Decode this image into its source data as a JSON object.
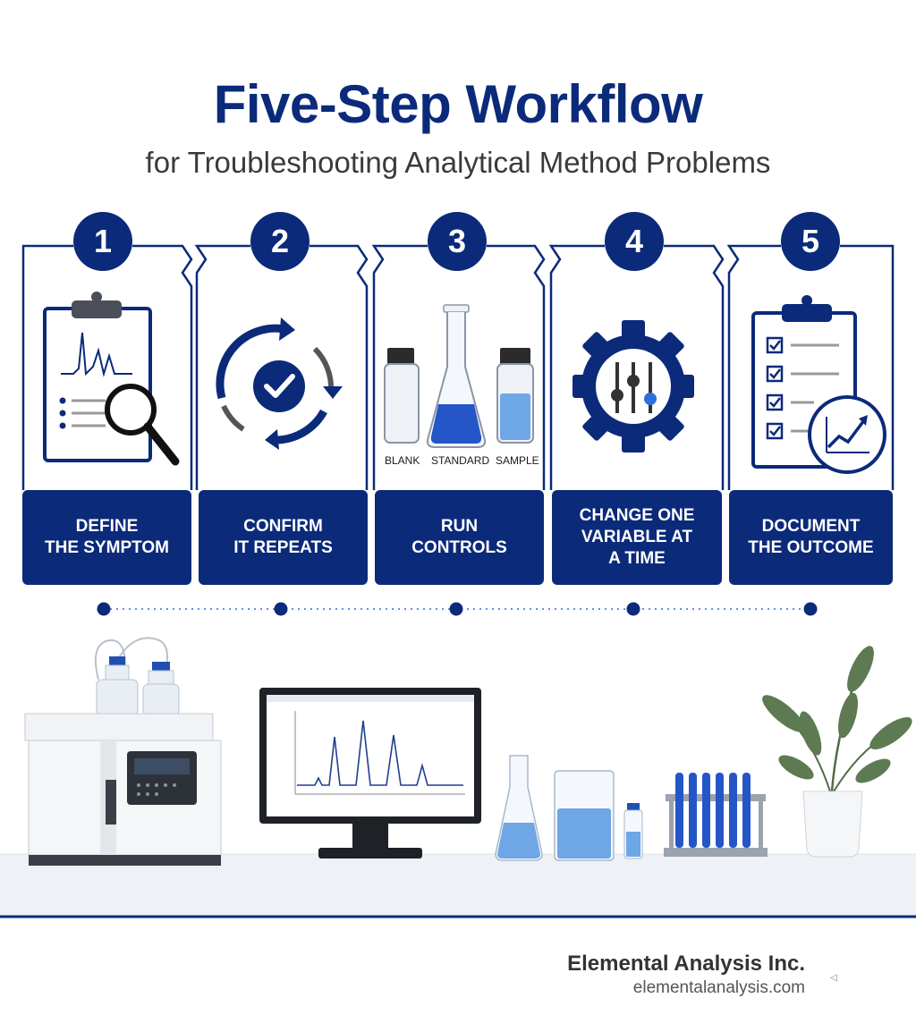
{
  "title": "Five-Step Workflow",
  "subtitle": "for Troubleshooting Analytical Method Problems",
  "steps": [
    {
      "number": "1",
      "label": "DEFINE\nTHE SYMPTOM",
      "icon": "clipboard-magnifier-icon"
    },
    {
      "number": "2",
      "label": "CONFIRM\nIT REPEATS",
      "icon": "repeat-check-icon"
    },
    {
      "number": "3",
      "label": "RUN\nCONTROLS",
      "icon": "flask-vials-icon"
    },
    {
      "number": "4",
      "label": "CHANGE ONE\nVARIABLE AT\nA TIME",
      "icon": "gear-sliders-icon"
    },
    {
      "number": "5",
      "label": "DOCUMENT\nTHE OUTCOME",
      "icon": "checklist-chart-icon"
    }
  ],
  "controls": {
    "blank": "BLANK",
    "standard": "STANDARD",
    "sample": "SAMPLE"
  },
  "brand": {
    "name": "Elemental Analysis Inc.",
    "url": "elementalanalysis.com"
  },
  "colors": {
    "primary": "#0b2a7a",
    "accent_blue": "#2f6fd8",
    "liquid": "#6fa6e6"
  }
}
